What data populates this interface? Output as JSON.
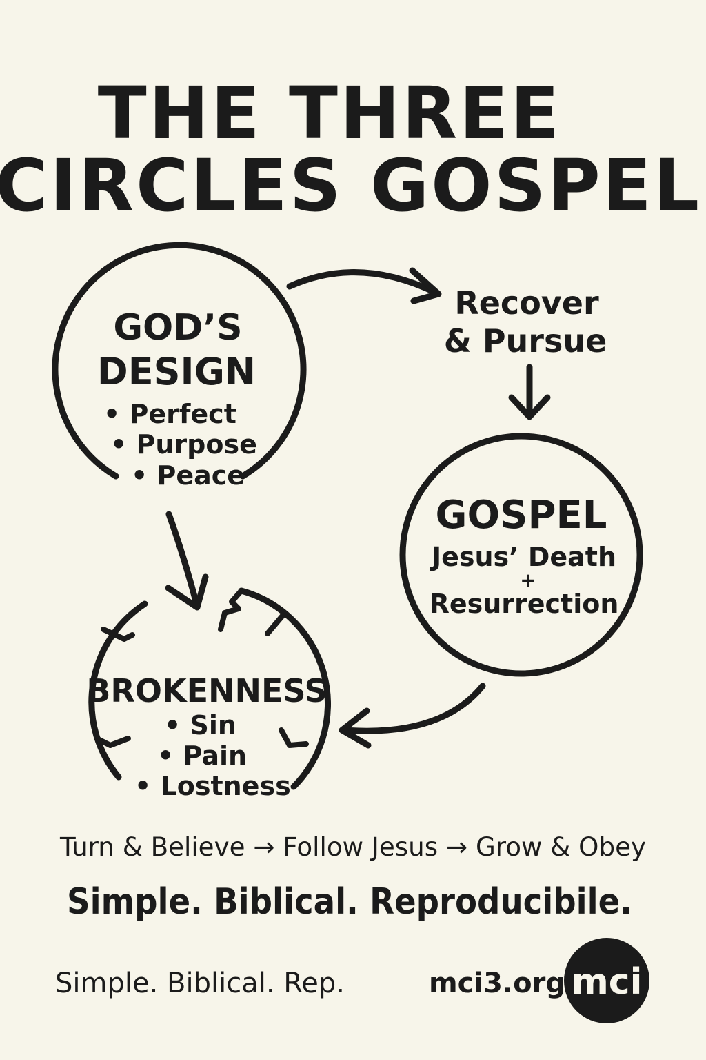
{
  "title": {
    "line1": "THE THREE",
    "line2": "CIRCLES GOSPEL"
  },
  "gods_design": {
    "heading_line1": "GOD’S",
    "heading_line2": "DESIGN",
    "items": [
      "• Perfect",
      "• Purpose",
      "• Peace"
    ]
  },
  "recover": {
    "line1": "Recover",
    "line2": "& Pursue"
  },
  "gospel": {
    "heading": "GOSPEL",
    "line1": "Jesus’ Death",
    "plus": "+",
    "line2": "Resurrection"
  },
  "brokenness": {
    "heading": "BROKENNESS",
    "items": [
      "• Sin",
      "• Pain",
      "• Lostness"
    ]
  },
  "steps": "Turn & Believe → Follow Jesus → Grow & Obey",
  "tagline": "Simple. Biblical. Reproducibile.",
  "footer": {
    "left": "Simple. Biblical. Rep.",
    "url": "mci3.org",
    "logo_text": "mci"
  }
}
